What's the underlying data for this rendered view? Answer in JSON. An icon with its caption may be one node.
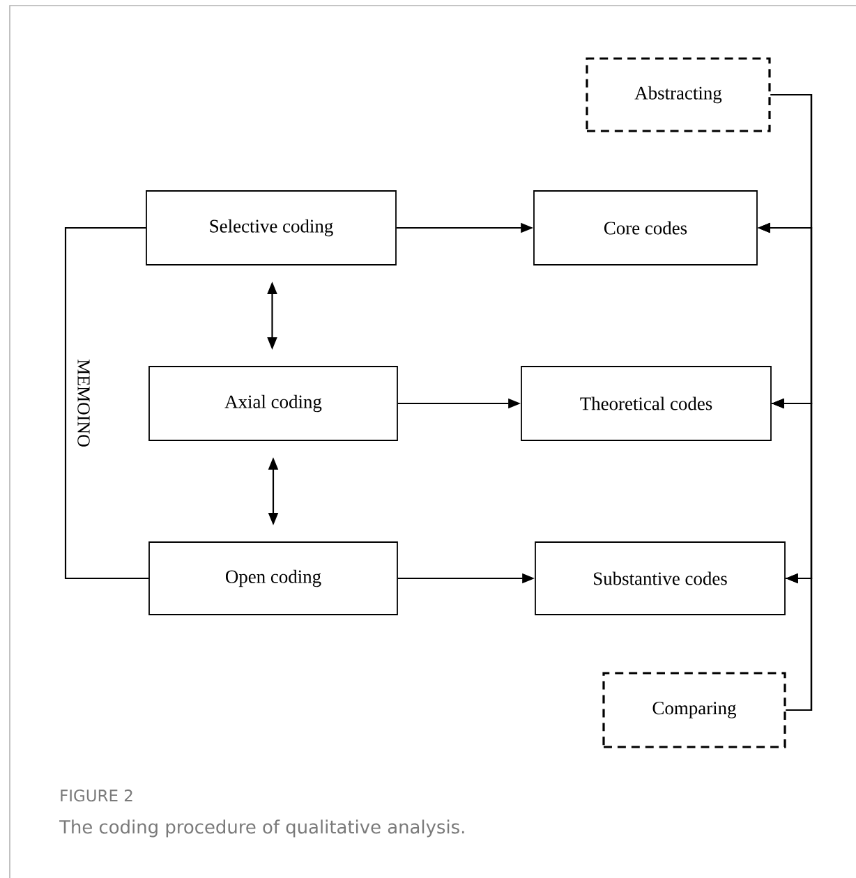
{
  "diagram": {
    "title": "FIGURE 2",
    "caption": "The coding procedure of qualitative analysis.",
    "nodes": [
      {
        "text": [
          "Abstracting"
        ]
      },
      {
        "text": [
          "Selective coding"
        ]
      },
      {
        "text": [
          "Core codes"
        ]
      },
      {
        "text": [
          "Axial coding"
        ]
      },
      {
        "text": [
          "Theoretical codes"
        ]
      },
      {
        "text": [
          "Open coding"
        ]
      },
      {
        "text": [
          "Substantive codes"
        ]
      },
      {
        "text": [
          "Comparing"
        ]
      }
    ],
    "edges": [
      {
        "from": 1,
        "to": 2,
        "arrow": "to"
      },
      {
        "from": 1,
        "to": 3,
        "arrow": "both"
      },
      {
        "from": 3,
        "to": 4,
        "arrow": "to"
      },
      {
        "from": 3,
        "to": 5,
        "arrow": "both"
      },
      {
        "from": 5,
        "to": 6,
        "arrow": "to"
      },
      {
        "from": 4,
        "to": 2,
        "arrow": "to"
      },
      {
        "from": 6,
        "to": 4,
        "arrow": "to"
      },
      {
        "from": 0,
        "to": 2,
        "arrow": "to"
      },
      {
        "from": 0,
        "to": 4,
        "arrow": "to"
      },
      {
        "from": 0,
        "to": 6,
        "arrow": "to"
      },
      {
        "from": 7,
        "to": 2,
        "arrow": "to"
      },
      {
        "from": 7,
        "to": 4,
        "arrow": "to"
      },
      {
        "from": 7,
        "to": 6,
        "arrow": "to"
      },
      {
        "from": 1,
        "to": 5,
        "arrow": "none",
        "label": "MEMOINO"
      }
    ]
  }
}
